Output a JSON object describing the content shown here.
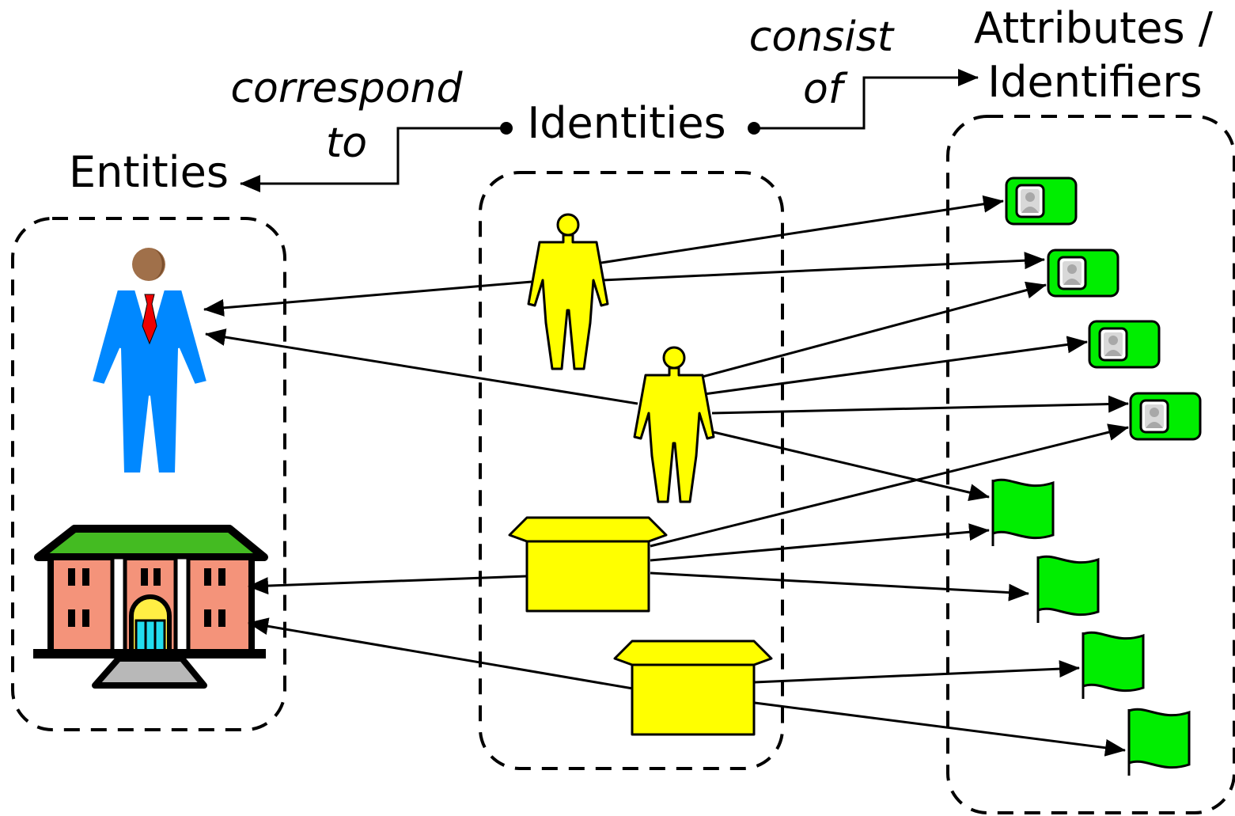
{
  "labels": {
    "entities": "Entities",
    "identities": "Identities",
    "attributes_line1": "Attributes /",
    "attributes_line2": "Identifiers",
    "correspond_line1": "correspond",
    "correspond_line2": "to",
    "consist_line1": "consist",
    "consist_line2": "of"
  },
  "colors": {
    "identity_fill": "#ffff00",
    "attribute_green": "#00ee00",
    "suit_blue": "#0088ff",
    "tie_red": "#ee0000",
    "head_brown": "#a0704a",
    "building_wall": "#f4937a",
    "building_roof": "#44bb22",
    "door_cyan": "#22ddee",
    "door_yellow": "#ffee44",
    "steps_gray": "#b8b8b8"
  },
  "icons": {
    "person_entity": "person-in-suit-icon",
    "organization_entity": "building-icon",
    "person_identity": "yellow-person-icon",
    "organization_identity": "yellow-box-icon",
    "photo_id": "photo-id-card-icon",
    "flag": "green-flag-icon"
  }
}
